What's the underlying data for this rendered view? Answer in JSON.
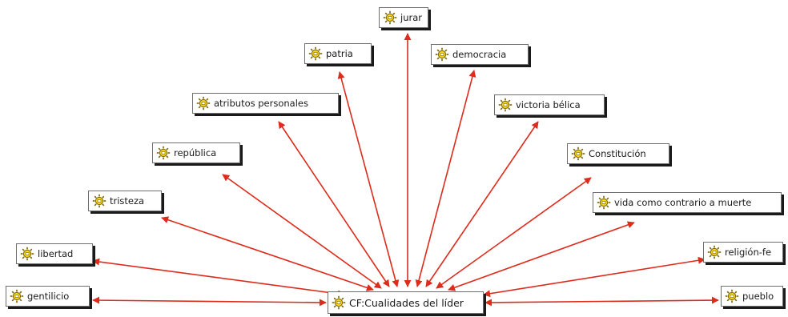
{
  "colors": {
    "edge": "#dd2b1c",
    "node_border": "#6f6f6f",
    "node_shadow": "#1a1a1a",
    "icon_fill": "#f6d416",
    "icon_stroke": "#7a6400"
  },
  "center": {
    "label": "CF:Cualidades del líder",
    "icon": "code-icon"
  },
  "nodes": [
    {
      "id": "jurar",
      "label": "jurar",
      "icon": "code-icon"
    },
    {
      "id": "patria",
      "label": "patria",
      "icon": "code-icon"
    },
    {
      "id": "democracia",
      "label": "democracia",
      "icon": "code-icon"
    },
    {
      "id": "atributos",
      "label": "atributos personales",
      "icon": "code-icon"
    },
    {
      "id": "victoria",
      "label": "victoria bélica",
      "icon": "code-icon"
    },
    {
      "id": "republica",
      "label": "república",
      "icon": "code-icon"
    },
    {
      "id": "constitucion",
      "label": "Constitución",
      "icon": "code-icon"
    },
    {
      "id": "tristeza",
      "label": "tristeza",
      "icon": "code-icon"
    },
    {
      "id": "vida",
      "label": "vida como contrario a muerte",
      "icon": "code-icon"
    },
    {
      "id": "libertad",
      "label": "libertad",
      "icon": "code-icon"
    },
    {
      "id": "religion",
      "label": "religión-fe",
      "icon": "code-icon"
    },
    {
      "id": "gentilicio",
      "label": "gentilicio",
      "icon": "code-icon"
    },
    {
      "id": "pueblo",
      "label": "pueblo",
      "icon": "code-icon"
    }
  ]
}
